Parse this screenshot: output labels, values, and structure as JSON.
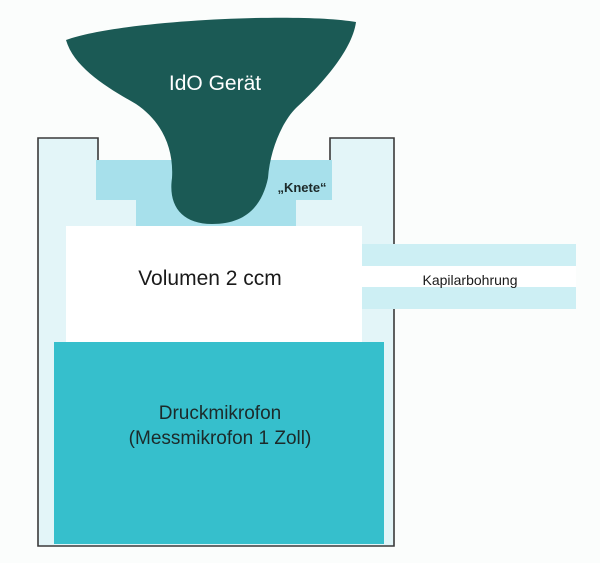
{
  "labels": {
    "device": "IdO Gerät",
    "knete": "„Knete“",
    "volume": "Volumen 2 ccm",
    "capillary": "Kapilarbohrung",
    "microphone_line1": "Druckmikrofon",
    "microphone_line2": "(Messmikrofon 1 Zoll)"
  },
  "colors": {
    "housing_fill": "#e3f5f8",
    "housing_stroke": "#3a3a3a",
    "knete": "#a7e0eb",
    "device": "#1b5a55",
    "volume": "#ffffff",
    "capillary": "#cdeff4",
    "microphone": "#36bfcc"
  }
}
